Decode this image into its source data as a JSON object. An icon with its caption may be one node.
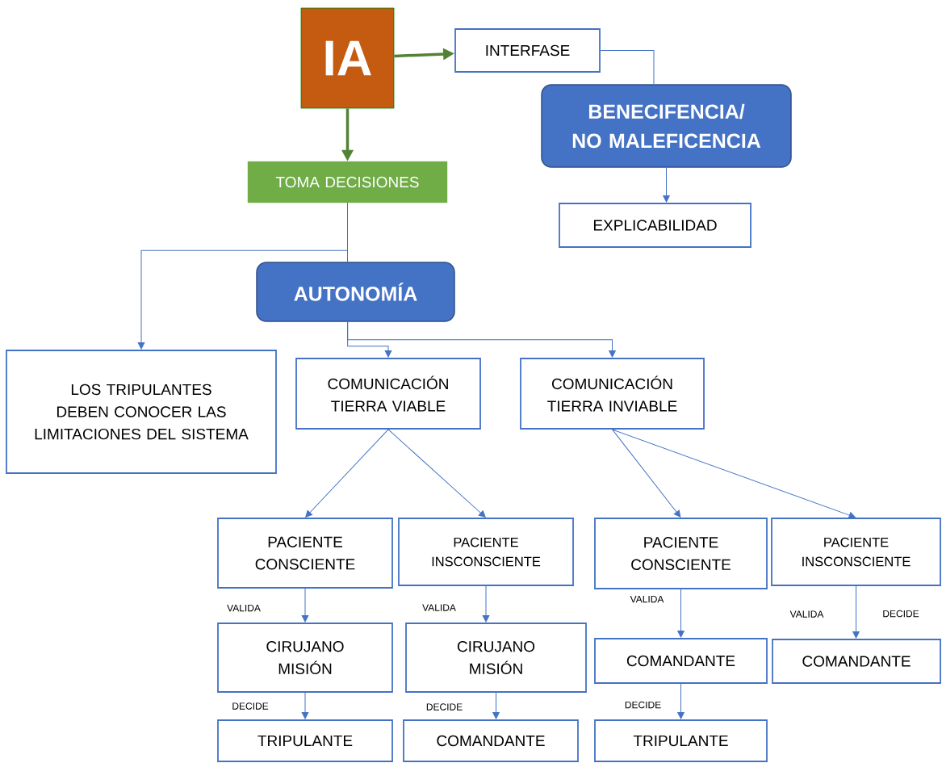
{
  "diagram": {
    "nodes": [
      {
        "text": [
          "IA"
        ]
      },
      {
        "text": [
          "INTERFASE"
        ]
      },
      {
        "text": [
          "BENECIFENCIA/ NO MALEFICENCIA"
        ]
      },
      {
        "text": [
          "EXPLICABILIDAD"
        ]
      },
      {
        "text": [
          "TOMA DECISIONES"
        ]
      },
      {
        "text": [
          "AUTONOMÍA"
        ]
      },
      {
        "text": [
          "LOS TRIPULANTES DEBEN CONOCER LAS LIMITACIONES DEL SISTEMA"
        ]
      },
      {
        "text": [
          "COMUNICACIÓN TIERRA VIABLE"
        ]
      },
      {
        "text": [
          "COMUNICACIÓN TIERRA INVIABLE"
        ]
      },
      {
        "text": [
          "PACIENTE CONSCIENTE"
        ]
      },
      {
        "text": [
          "PACIENTE INSCONSCIENTE"
        ]
      },
      {
        "text": [
          "PACIENTE CONSCIENTE"
        ]
      },
      {
        "text": [
          "PACIENTE INSCONSCIENTE"
        ]
      },
      {
        "text": [
          "CIRUJANO MISIÓN"
        ]
      },
      {
        "text": [
          "CIRUJANO MISIÓN"
        ]
      },
      {
        "text": [
          "COMANDANTE"
        ]
      },
      {
        "text": [
          "COMANDANTE"
        ]
      },
      {
        "text": [
          "TRIPULANTE"
        ]
      },
      {
        "text": [
          "COMANDANTE"
        ]
      },
      {
        "text": [
          "TRIPULANTE"
        ]
      }
    ],
    "edges": [
      {
        "from": 0,
        "to": 1,
        "arrow": "to",
        "style": "thick",
        "color": "#548235"
      },
      {
        "from": 0,
        "to": 4,
        "arrow": "to",
        "style": "thick",
        "color": "#548235"
      },
      {
        "from": 1,
        "to": 2,
        "arrow": "none"
      },
      {
        "from": 2,
        "to": 3,
        "arrow": "to"
      },
      {
        "from": 4,
        "to": 5,
        "arrow": "none"
      },
      {
        "from": 4,
        "to": 6,
        "arrow": "to"
      },
      {
        "from": 5,
        "to": 7,
        "arrow": "to"
      },
      {
        "from": 5,
        "to": 8,
        "arrow": "to"
      },
      {
        "from": 7,
        "to": 9,
        "arrow": "to"
      },
      {
        "from": 7,
        "to": 10,
        "arrow": "to"
      },
      {
        "from": 8,
        "to": 11,
        "arrow": "to"
      },
      {
        "from": 8,
        "to": 12,
        "arrow": "to"
      },
      {
        "from": 9,
        "to": 13,
        "arrow": "to",
        "label": "VALIDA"
      },
      {
        "from": 10,
        "to": 14,
        "arrow": "to",
        "label": "VALIDA"
      },
      {
        "from": 11,
        "to": 15,
        "arrow": "to",
        "label": "VALIDA"
      },
      {
        "from": 12,
        "to": 16,
        "arrow": "to",
        "label": "VALIDA"
      },
      {
        "from": 13,
        "to": 17,
        "arrow": "to",
        "label": "DECIDE"
      },
      {
        "from": 14,
        "to": 18,
        "arrow": "to",
        "label": "DECIDE"
      },
      {
        "from": 15,
        "to": 19,
        "arrow": "to",
        "label": "DECIDE"
      }
    ],
    "labels": [
      "DECIDE"
    ]
  }
}
